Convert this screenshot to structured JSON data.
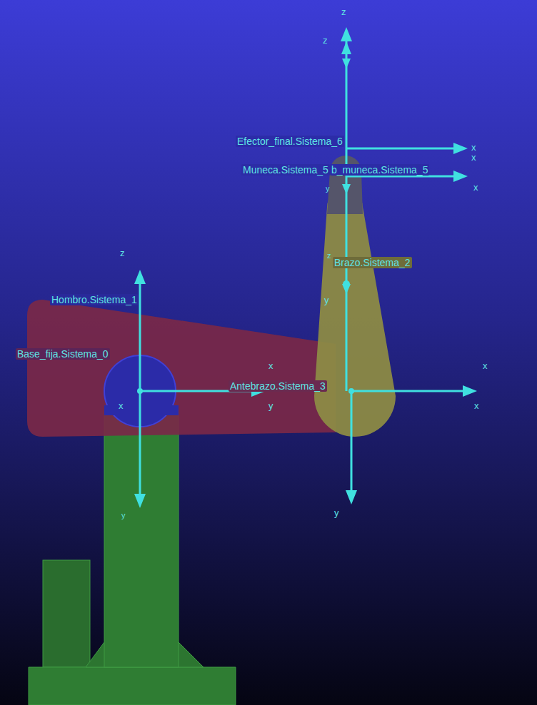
{
  "diagram": {
    "labels": [
      "z",
      "z",
      "Efector_final.Sistema_6",
      "x",
      "x",
      "Muneca.Sistema_5",
      "b_muneca.Sistema_5",
      "x",
      "y",
      "z",
      "Hombro.Sistema_1",
      "Base_fija.Sistema_0",
      "x",
      "Antebrazo.Sistema_3",
      "x",
      "x",
      "y",
      "x",
      "Brazo.Sistema_2",
      "y",
      "z",
      "y",
      "y"
    ]
  }
}
